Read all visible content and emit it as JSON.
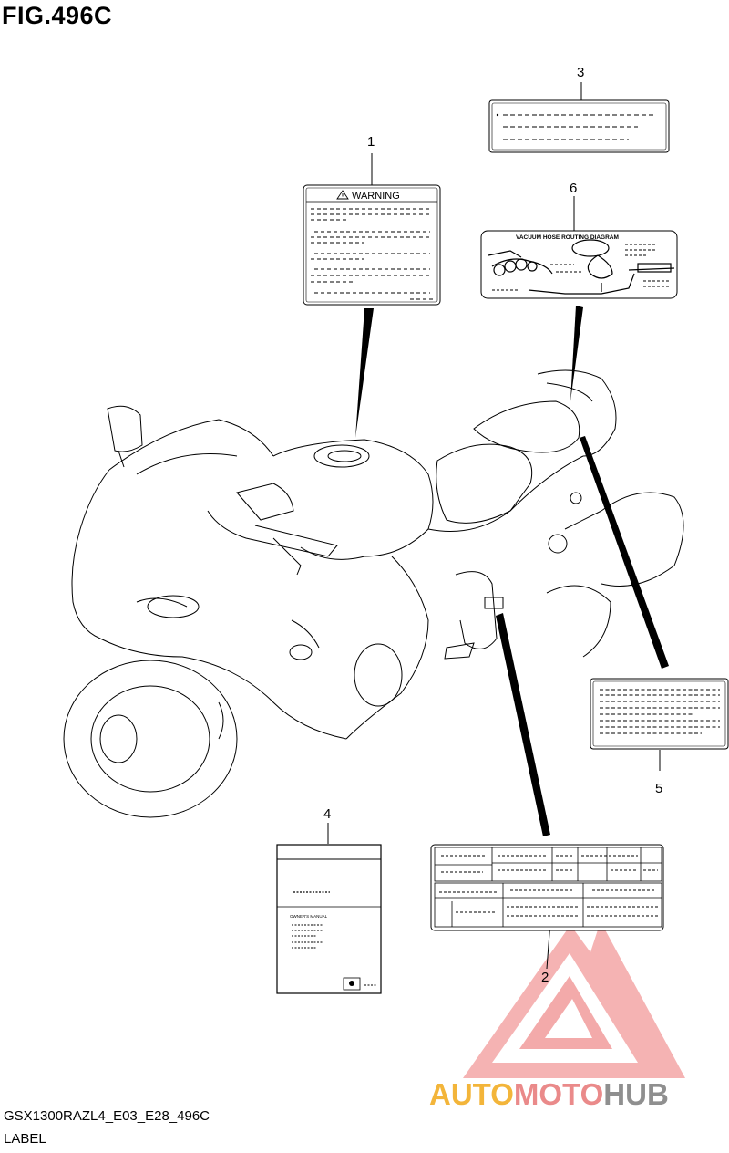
{
  "figure": {
    "title": "FIG.496C"
  },
  "parts": [
    {
      "number": "1",
      "label_text": "WARNING"
    },
    {
      "number": "2"
    },
    {
      "number": "3"
    },
    {
      "number": "4",
      "cover_text": "OWNER'S MANUAL"
    },
    {
      "number": "5"
    },
    {
      "number": "6",
      "label_text": "VACUUM  HOSE  ROUTING  DIAGRAM"
    }
  ],
  "footer": {
    "model_code": "GSX1300RAZL4_E03_E28_496C",
    "group_name": "LABEL"
  },
  "watermark": {
    "part1": "AUTO",
    "part2": "MOTO",
    "part3": "HUB",
    "colors": {
      "auto": "#f3b53a",
      "moto": "#ea8a8a",
      "hub": "#8f8f8f",
      "logo": "#ef8d8d"
    }
  }
}
